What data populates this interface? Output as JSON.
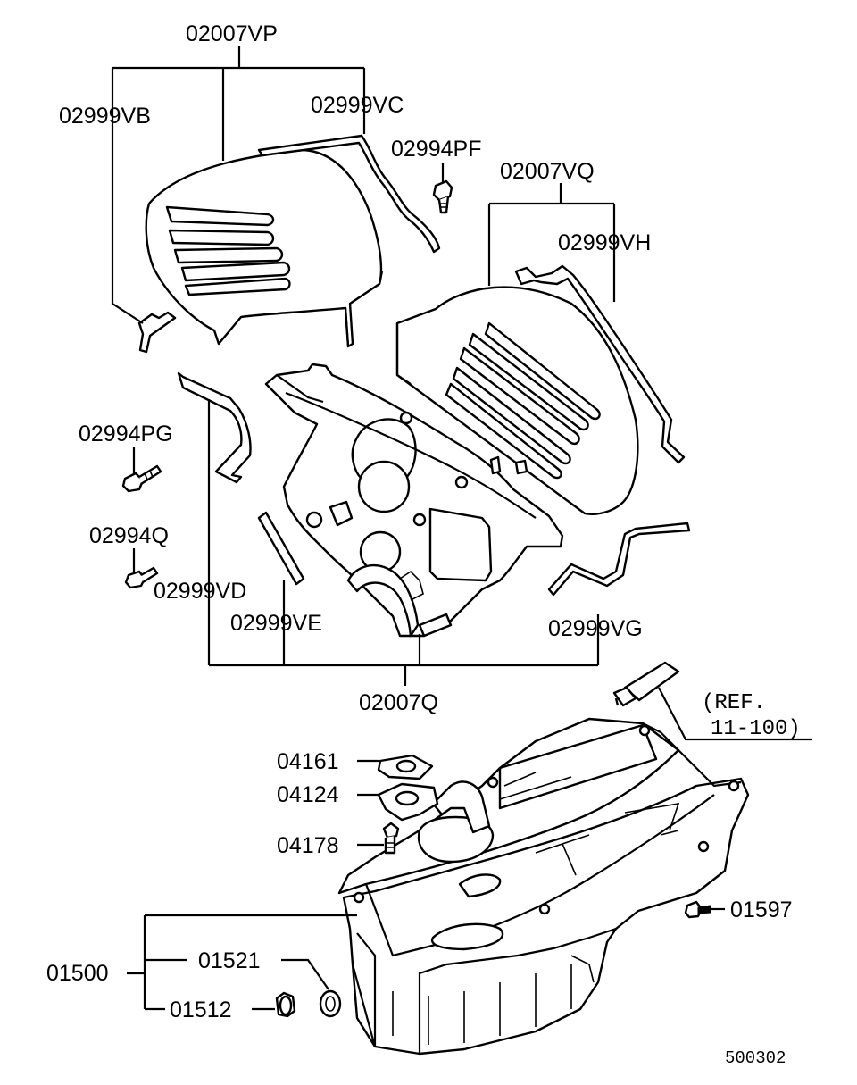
{
  "diagram": {
    "part_labels": {
      "p02007VP": "02007VP",
      "p02999VB": "02999VB",
      "p02999VC": "02999VC",
      "p02994PF": "02994PF",
      "p02007VQ": "02007VQ",
      "p02999VH": "02999VH",
      "p02994PG": "02994PG",
      "p02994Q": "02994Q",
      "p02999VD": "02999VD",
      "p02999VE": "02999VE",
      "p02999VG": "02999VG",
      "p02007Q": "02007Q",
      "p04161": "04161",
      "p04124": "04124",
      "p04178": "04178",
      "p01597": "01597",
      "p01500": "01500",
      "p01521": "01521",
      "p01512": "01512"
    },
    "reference": {
      "line1": "(REF.",
      "line2": "11-100)"
    },
    "drawing_number": "500302"
  }
}
